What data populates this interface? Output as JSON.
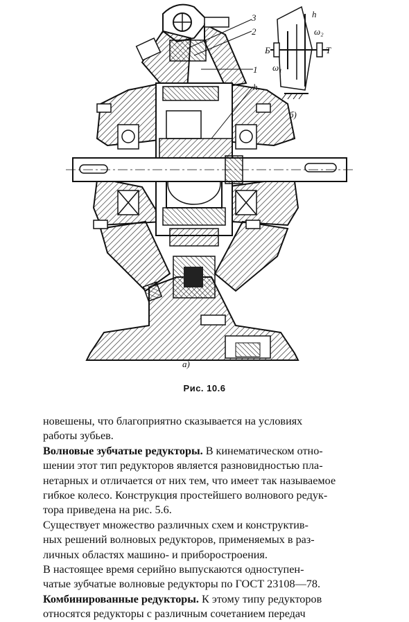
{
  "figure": {
    "labels": {
      "l3": "3",
      "l2": "2",
      "l1": "1",
      "lh": "h",
      "sh": "h",
      "s2": "ω₂",
      "sG": "Б",
      "sT": "Т",
      "s1": "ω₁",
      "sb": "б)",
      "sa": "а)"
    }
  },
  "caption": "Рис. 10.6",
  "paragraphs": [
    {
      "lines": [
        "новешены, что благоприятно сказывается на условиях",
        "работы зубьев."
      ]
    },
    {
      "title": "Волновые зубчатые редукторы.",
      "lines": [
        "В кинематическом отно-",
        "шении этот тип редукторов является разновидностью пла-",
        "нетарных и отличается от них тем, что имеет так называемое",
        "гибкое колесо. Конструкция простейшего волнового редук-",
        "тора приведена на рис. 5.6."
      ]
    },
    {
      "lines": [
        "Существует множество различных схем и конструктив-",
        "ных решений волновых редукторов, применяемых в раз-",
        "личных областях машино- и приборостроения."
      ]
    },
    {
      "lines": [
        "В настоящее время серийно выпускаются одноступен-",
        "чатые зубчатые волновые редукторы по ГОСТ 23108—78."
      ]
    },
    {
      "title": "Комбинированные редукторы.",
      "lines": [
        "К этому типу редукторов",
        "относятся редукторы с различным сочетанием передач"
      ]
    }
  ]
}
